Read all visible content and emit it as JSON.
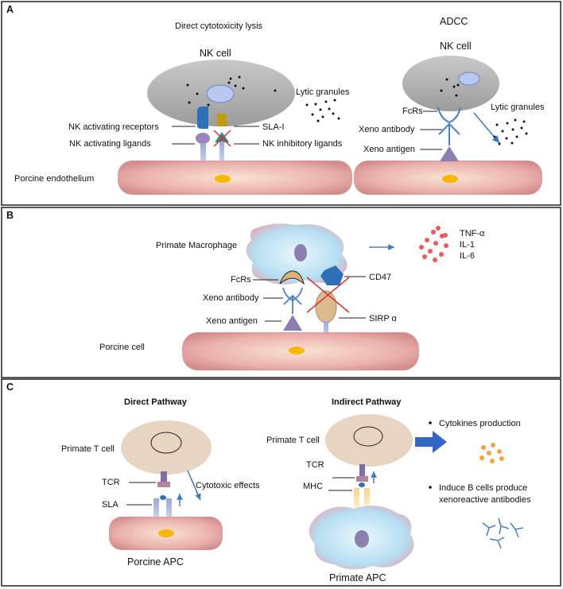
{
  "panel_a": {
    "letter": "A",
    "left_title": "Direct cytotoxicity lysis",
    "left_cell": "NK cell",
    "right_title": "ADCC",
    "right_cell": "NK cell",
    "lytic_left": "Lytic granules",
    "lytic_right": "Lytic granules",
    "nk_activating_receptors": "NK activating receptors",
    "nk_activating_ligands": "NK activating ligands",
    "sla_i": "SLA-I",
    "nk_inhibitory_ligands": "NK inhibitory  ligands",
    "fcrs": "FcRs",
    "xeno_antibody": "Xeno antibody",
    "xeno_antigen": "Xeno antigen",
    "porcine_endothelium": "Porcine endothelium"
  },
  "panel_b": {
    "letter": "B",
    "macrophage": "Primate Macrophage",
    "fcrs": "FcRs",
    "xeno_antibody": "Xeno antibody",
    "xeno_antigen": "Xeno antigen",
    "porcine_cell": "Porcine cell",
    "cd47": "CD47",
    "sirp": "SIRP α",
    "cytokines": [
      "TNF-α",
      "IL-1",
      "IL-6"
    ]
  },
  "panel_c": {
    "letter": "C",
    "direct_title": "Direct Pathway",
    "indirect_title": "Indirect Pathway",
    "t_cell_left": "Primate T cell",
    "t_cell_right": "Primate T cell",
    "tcr_left": "TCR",
    "tcr_right": "TCR",
    "sla": "SLA",
    "mhc": "MHC",
    "cytotoxic": "Cytotoxic effects",
    "porcine_apc": "Porcine APC",
    "primate_apc": "Primate APC",
    "bullet1": "Cytokines production",
    "bullet2_line1": "Induce B cells produce",
    "bullet2_line2": "xenoreactive antibodies"
  },
  "colors": {
    "cell_gray": "#a9a9a9",
    "nucleus_blue": "#b8c8ee",
    "endothelium": "#e2a4a4",
    "nucleus_yellow": "#f6b800",
    "receptor_blue": "#2e6fb7",
    "antibody_blue": "#4a7fc2",
    "antigen_purple": "#8c7eb0",
    "teal_arrow": "#2f8a8e",
    "red_cross": "#d63030",
    "cytokine_red": "#ee5a5a",
    "cytokine_orange": "#f4a340",
    "tcell_tan": "#e8d5c1",
    "macrophage_blue": "#bfe2f3"
  }
}
